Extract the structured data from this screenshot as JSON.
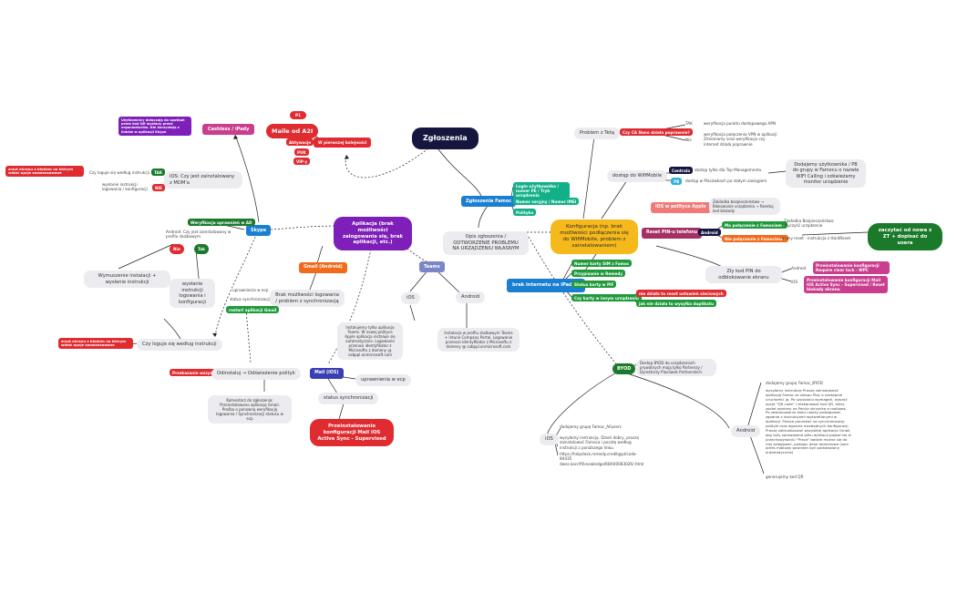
{
  "root": {
    "label": "Zgłoszenia"
  },
  "a2i": {
    "label": "Maile od A2I",
    "p1": "P1",
    "p2": "Aktywacje",
    "p3": "PUK",
    "p4": "VIP-y",
    "priority": "W pierwszej kolejności"
  },
  "cashless": {
    "label": "Cashless / iPady",
    "note": "Użytkownicy dołączają do spotkań przez kod QR wysłany przez organizatorów. Nie korzystają z linków w aplikacji Skype"
  },
  "ios_mdm": {
    "label": "iOS: Czy jest zainstalowany z MDM'a",
    "tak": "TAK",
    "nie": "NIE",
    "tak_text": "Czy loguje się według instrukcji",
    "nie_text": "wysłanie instrukcji logowania / konfiguracji",
    "red_left": "zrzut ekranu z błędem na którym widać opcje zaawansowane"
  },
  "skype": {
    "label": "Skype",
    "verify": "Weryfikacja uprawnień w AD",
    "android_q": "Android: Czy jest zainstalowany w profilu służbowym",
    "nie": "Nie",
    "tak": "Tak",
    "wymuszenie": "Wymuszenie instalacji + wysłanie instrukcji",
    "wyslanie": "wysłanie instrukcji logowania i konfiguracji",
    "czy": "Czy loguje się według instrukcji",
    "red_bottom": "zrzut ekranu z błędem na którym widać opcje zaawansowane"
  },
  "apps": {
    "label": "Aplikacja (brak możliwości zalogowania się, brak aplikacji, etc.)",
    "gmail": "Gmail (Android)",
    "brak": "Brak możliwości logowania / problem z synchronizacją",
    "upr": "uprawnienia w ecp",
    "status": "status synchronizacji",
    "restart": "restart aplikacji Gmail",
    "przekaz": "Przekazanie wszystkich",
    "odinstaluj": "Odinstaluj → Odświeżenie polityk",
    "komentarz": "Komentarz do zgłoszenia: Przeinstalowano aplikację Gmail. Prośba o ponowną weryfikację logowania / Synchronizacji statusu w ecp"
  },
  "mail_ios": {
    "label": "Mail (iOS)",
    "upr": "uprawnienia w ecp",
    "status": "status synchronizacji",
    "przein": "Przeinstalowanie konfiguracji Mail iOS Active Sync - Supervised"
  },
  "teams": {
    "label": "Teams",
    "ios": "iOS",
    "android": "Android",
    "ios_note": "Instalujemy tylko aplikację Teams. W nowej polityce Apple aplikacja instaluje się automatycznie. Logowanie przenosi identyfikator z Microsoftu z domeny @ cabppl.onmicrosoft.com",
    "android_note": "Instalacja w profilu służbowym Teams + Intune Company Portal. Logowanie przenosi identyfikator z Microsoftu z domeny @ cabppl.onmicrosoft.com"
  },
  "opis": {
    "label": "Opis zgłoszenia / ODTWORZENIE PROBLEMU NA URZĄDZENIU WŁASNYM"
  },
  "famoc": {
    "label": "Zgłoszenia Famoc",
    "i1": "Login użytkownika / numer PE / Tryb urządzenia",
    "i2": "Numer seryjny / Numer IMEI",
    "i3": "Polityka"
  },
  "konfig": {
    "label": "Konfiguracja (np. brak możliwości podłączenia się do WifiMobile, problem z zainstalowaniem)"
  },
  "teza": {
    "label": "Problem z Tetą",
    "q": "Czy CA Nano działa poprawnie?",
    "tak": "TAK",
    "nie": "Nie",
    "tak_text": "weryfikacja punktu dostępowego APN",
    "nie_text": "weryfikacja połączenia VPN w aplikacji Zmieniamy oraz weryfikacja czy internet działa poprawnie"
  },
  "wifi": {
    "label": "dostęp do WifiMobile",
    "c": "Centrala",
    "c_text": "dostęp tylko dla Top Managementu",
    "p": "PB",
    "p_text": "dostęp w Placówkach po stałym zasięgiem",
    "dodajemy": "Dodajemy użytkownika / PB do grupy w Famocu o nazwie WIFI Calling i odświeżamy monitor urządzenie"
  },
  "reset": {
    "label": "Reset PIN-u telefonu",
    "apple": "iOS w polityce Apple",
    "apple_note": "Zakładka bezpieczeństwo → Blokowanie urządzenia → Resetuj kod blokady",
    "android": "Android",
    "z_famoc": "Ma połączenie z Famociem -",
    "z_note": "Zakładka Bezpieczeństwo: Wyczyść urządzenie",
    "bez_famoc": "Nie połączenie z Famociem -",
    "bez_note": "ręczny reset - instrukcja z HardReset",
    "zaczytac": "zaczytać od nowa z ZT + dopisać do usera"
  },
  "pin": {
    "label": "Zły kod PIN do odblokowanie ekranu",
    "android": "Android",
    "android_note": "Przeinstalowanie konfiguracji Require clear lock - WPC",
    "ios": "iOS",
    "ios_note": "Przeinstalowanie konfiguracji Mail iOS Active Sync - Supervised / Reset blokady ekranu"
  },
  "ipad": {
    "label": "brak internetu na iPadzie",
    "i1": "Numer karty SIM z Famoc",
    "i2": "Przypisanie w Remedy",
    "i3": "Status karty w PIF",
    "i4": "Czy karty w innym urządzeniu",
    "r1": "nie działa to reset ustawień sieciowych",
    "r2": "jak nie działa to wysyłka duplikatu"
  },
  "byod": {
    "label": "BYOD",
    "note": "Dostęp BYOD do urządzeniach prywatnych mają tylko Partnerzy / Dyrektorzy Placówek Partnerskich.",
    "ios": "iOS",
    "ios1": "dodajemy grupę Famoc_Allusers",
    "ios2": "wysyłamy instrukcję. Dzień dobry, proszę zainstalować Famoca i pocztę według instrukcji z poniższego linku.",
    "ios3": "https://helpdesk.remedy.credit@pl/code-84435 dwsz.kacr/fl/knowledge/KBA00083026/.html",
    "android": "Android",
    "and1": "dodajemy grupę Famoc_BYOD",
    "and2": "wysyłamy instrukcję Proszę zainstalować aplikację Famoc ze sklepu Play a następnie uruchomić ją. Po uzyskaniu wymagań, wybrać opcję \"QR code\" i zeskanować kod QR, który został wysłany na Pani/a skrzynkę e-mailową. Po zeskanowaniu kodu należy postępować zgodnie z instrukcjami wyświetlanymi w aplikacji. Proszę poczekać na synchronizację polityki oraz wgranie niezbędnych konfiguracji. Proszę zaktualizować wszystkie aplikacje Gmail, aby były sprawdzone pliku aplikacji pojawi się w przechowywaniu \"Praca\" będzie można się do niej zalogować, podając dane domenowe (sam adres mailowy powinien być podstawiony automatycznie)",
    "and3": "generujemy kod QR"
  },
  "colors": {
    "accent_navy": "#14163e",
    "red": "#e02b30",
    "green": "#1f9a3b",
    "blue": "#1a7fd1",
    "purple": "#7d1fb8",
    "yellow": "#f6b91c"
  }
}
